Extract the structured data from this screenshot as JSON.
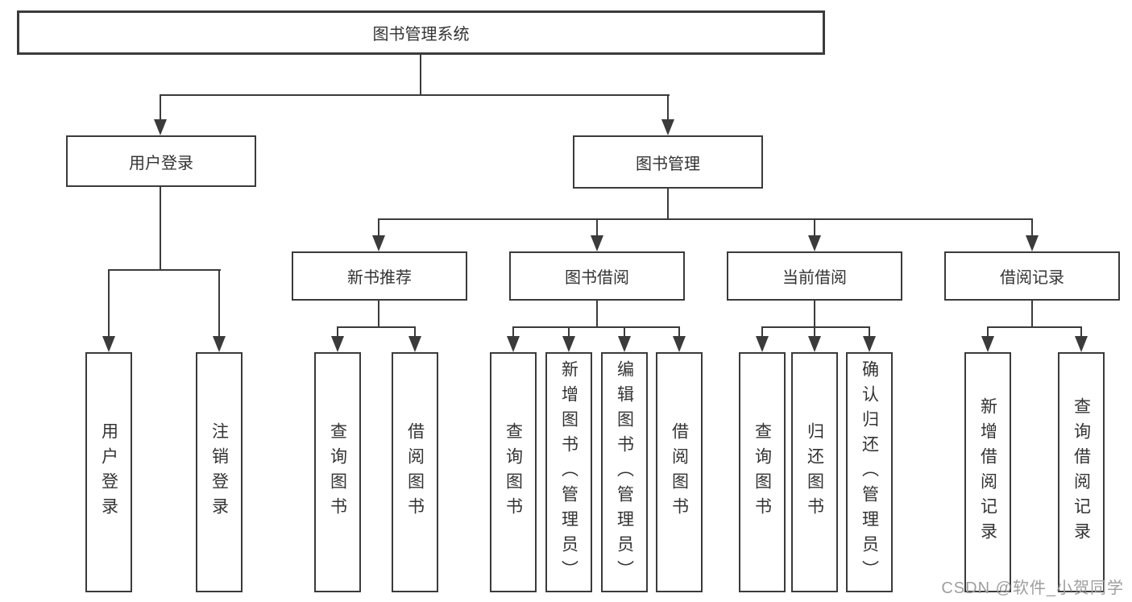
{
  "diagram": {
    "root": {
      "label": "图书管理系统"
    },
    "level2": [
      {
        "label": "用户登录"
      },
      {
        "label": "图书管理"
      }
    ],
    "level3": [
      {
        "label": "新书推荐"
      },
      {
        "label": "图书借阅"
      },
      {
        "label": "当前借阅"
      },
      {
        "label": "借阅记录"
      }
    ],
    "leaves": {
      "user_login_group": [
        {
          "label": "用户登录"
        },
        {
          "label": "注销登录"
        }
      ],
      "new_book_group": [
        {
          "label": "查询图书"
        },
        {
          "label": "借阅图书"
        }
      ],
      "book_borrow_group": [
        {
          "label": "查询图书"
        },
        {
          "label": "新增图书（管理员）"
        },
        {
          "label": "编辑图书（管理员）"
        },
        {
          "label": "借阅图书"
        }
      ],
      "current_borrow_group": [
        {
          "label": "查询图书"
        },
        {
          "label": "归还图书"
        },
        {
          "label": "确认归还（管理员）"
        }
      ],
      "record_group": [
        {
          "label": "新增借阅记录"
        },
        {
          "label": "查询借阅记录"
        }
      ]
    }
  },
  "watermark": {
    "text": "CSDN @软件_小贺同学"
  },
  "colors": {
    "line": "#3b3b3b",
    "text": "#333333",
    "watermark": "#9e9e9e",
    "background": "#ffffff"
  }
}
